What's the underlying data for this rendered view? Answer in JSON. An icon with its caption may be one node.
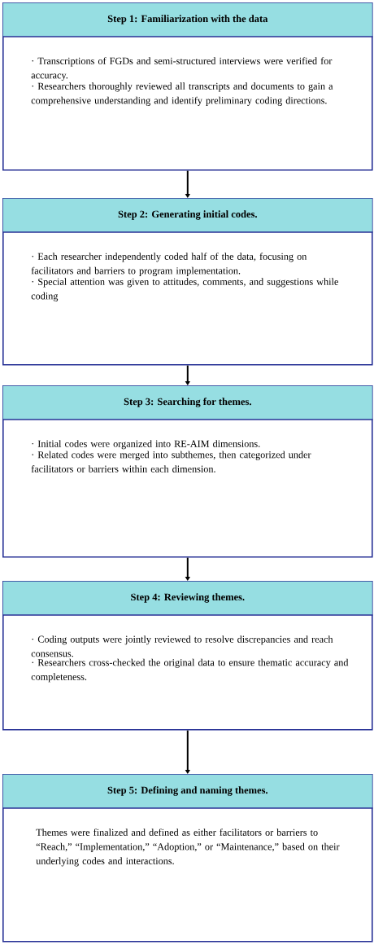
{
  "diagram": {
    "nodes": [
      {
        "text": [
          "Step 1: Familiarization with the data",
          "· Transcriptions of FGDs and semi-structured interviews were verified for accuracy.",
          "· Researchers thoroughly reviewed all transcripts and documents to gain a comprehensive understanding and identify preliminary coding directions."
        ]
      },
      {
        "text": [
          "Step 2: Generating initial codes.",
          "· Each researcher independently coded half of the data, focusing on facilitators and barriers to program implementation.",
          "· Special attention was given to attitudes, comments, and suggestions while coding"
        ]
      },
      {
        "text": [
          "Step 3: Searching for themes.",
          "· Initial codes were organized into RE-AIM dimensions.",
          "· Related codes were merged into subthemes, then categorized under facilitators or barriers within each dimension."
        ]
      },
      {
        "text": [
          "Step 4: Reviewing themes.",
          "· Coding outputs were jointly reviewed to resolve discrepancies and reach consensus.",
          "· Researchers cross-checked the original data to ensure thematic accuracy and completeness."
        ]
      },
      {
        "text": [
          "Step 5: Defining and naming themes.",
          "Themes were finalized and defined as either facilitators or barriers to “Reach,” “Implementation,” “Adoption,” or “Maintenance,” based on their underlying codes and interactions."
        ]
      }
    ],
    "edges": [
      {
        "from": 0,
        "to": 1,
        "arrow": "to"
      },
      {
        "from": 1,
        "to": 2,
        "arrow": "to"
      },
      {
        "from": 2,
        "to": 3,
        "arrow": "to"
      },
      {
        "from": 3,
        "to": 4,
        "arrow": "to"
      }
    ]
  }
}
